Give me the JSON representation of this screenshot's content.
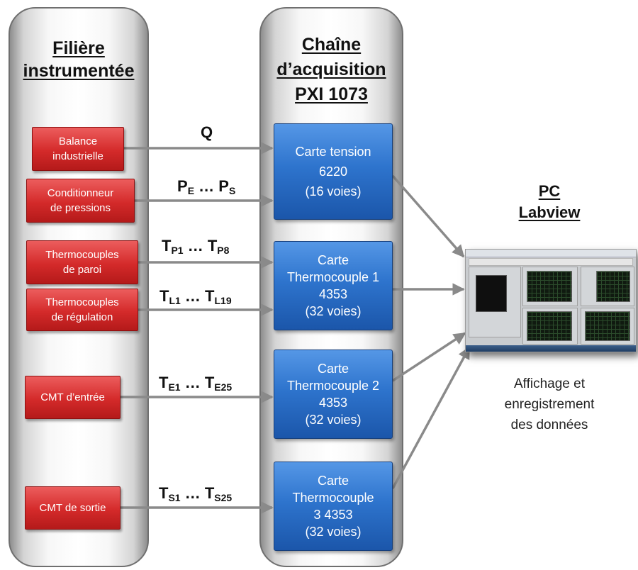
{
  "panels": {
    "filiere": {
      "title_line1": "Filière",
      "title_line2": "instrumentée"
    },
    "chaine": {
      "title_line1": "Chaîne",
      "title_line2": "d’acquisition",
      "title_line3": "PXI 1073"
    }
  },
  "sources": [
    {
      "line1": "Balance",
      "line2": "industrielle"
    },
    {
      "line1": "Conditionneur",
      "line2": "de pressions"
    },
    {
      "line1": "Thermocouples",
      "line2": "de paroi"
    },
    {
      "line1": "Thermocouples",
      "line2": "de régulation"
    },
    {
      "line1": "CMT d’entrée"
    },
    {
      "line1": "CMT de sortie"
    }
  ],
  "signals": [
    {
      "main": "Q"
    },
    {
      "a": "P",
      "a_sub": "E",
      "sep": " … ",
      "b": "P",
      "b_sub": "S"
    },
    {
      "a": "T",
      "a_sub": "P1",
      "sep": " … ",
      "b": "T",
      "b_sub": "P8"
    },
    {
      "a": "T",
      "a_sub": "L1",
      "sep": " … ",
      "b": "T",
      "b_sub": "L19"
    },
    {
      "a": "T",
      "a_sub": "E1",
      "sep": " … ",
      "b": "T",
      "b_sub": "E25"
    },
    {
      "a": "T",
      "a_sub": "S1",
      "sep": " … ",
      "b": "T",
      "b_sub": "S25"
    }
  ],
  "cards": [
    {
      "line1": "Carte tension",
      "line2": "6220",
      "line3": "(16 voies)"
    },
    {
      "line1": "Carte",
      "line2": "Thermocouple 1",
      "line3": "4353",
      "line4": "(32 voies)"
    },
    {
      "line1": "Carte",
      "line2": "Thermocouple 2",
      "line3": "4353",
      "line4": "(32 voies)"
    },
    {
      "line1": "Carte",
      "line2": "Thermocouple",
      "line3": "3 4353",
      "line4": "(32 voies)"
    }
  ],
  "pc": {
    "title_line1": "PC",
    "title_line2": "Labview",
    "caption_line1": "Affichage et",
    "caption_line2": "enregistrement",
    "caption_line3": "des données"
  },
  "colors": {
    "source_box": "#d42a2a",
    "card_box": "#2e74cd",
    "arrow": "#8a8a8a"
  }
}
